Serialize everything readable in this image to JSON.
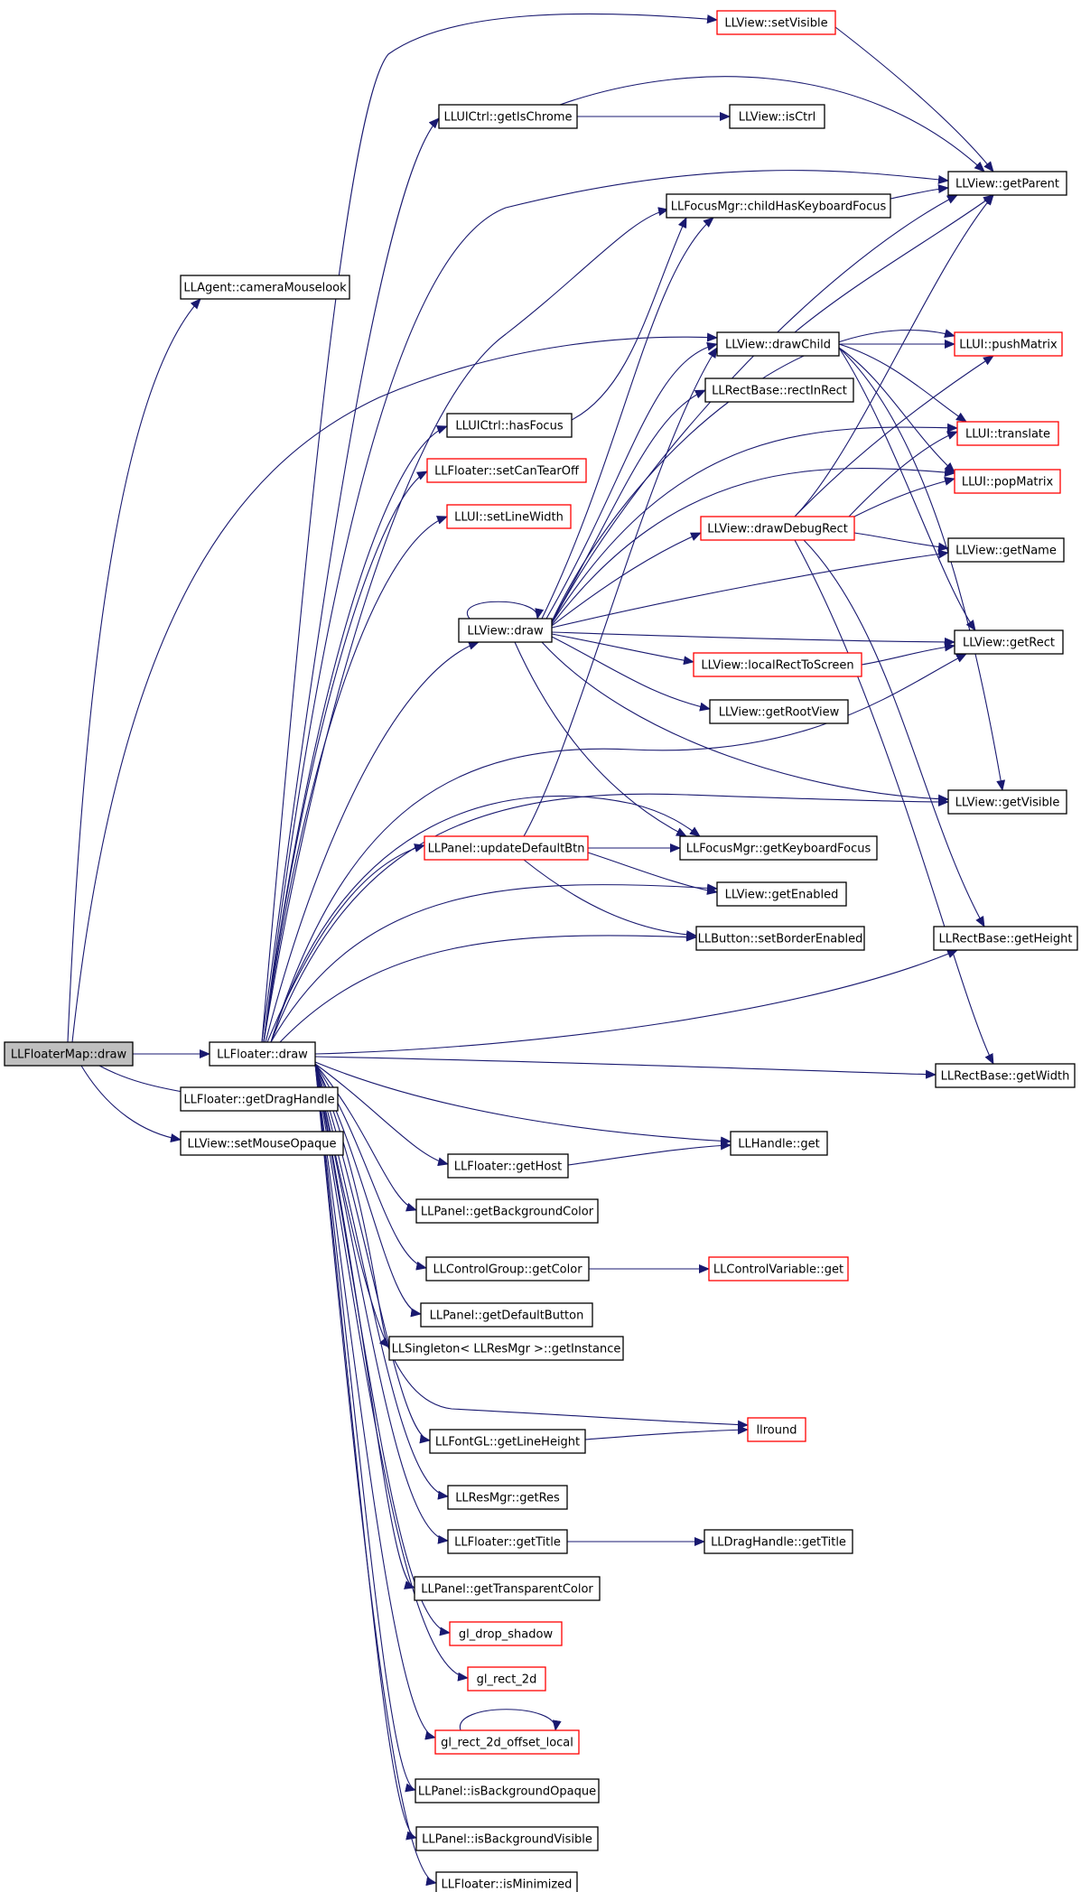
{
  "graph": {
    "colors": {
      "edge": "#191970",
      "root_fill": "#bfbfbf",
      "documented_border": "#000000",
      "undocumented_border": "#ff0000",
      "background": "#ffffff"
    },
    "nodes": [
      {
        "id": "n0",
        "label": "LLFloaterMap::draw",
        "style": "root"
      },
      {
        "id": "n1",
        "label": "LLAgent::cameraMouselook",
        "style": "black"
      },
      {
        "id": "n2",
        "label": "LLFloater::draw",
        "style": "black"
      },
      {
        "id": "n3",
        "label": "LLFloater::getDragHandle",
        "style": "black"
      },
      {
        "id": "n4",
        "label": "LLView::setMouseOpaque",
        "style": "black"
      },
      {
        "id": "n5",
        "label": "LLView::setVisible",
        "style": "red"
      },
      {
        "id": "n6",
        "label": "LLUICtrl::getIsChrome",
        "style": "black"
      },
      {
        "id": "n7",
        "label": "LLView::isCtrl",
        "style": "black"
      },
      {
        "id": "n8",
        "label": "LLView::getParent",
        "style": "black"
      },
      {
        "id": "n9",
        "label": "LLFocusMgr::childHasKeyboardFocus",
        "style": "black"
      },
      {
        "id": "n10",
        "label": "LLView::drawChild",
        "style": "black"
      },
      {
        "id": "n11",
        "label": "LLUI::pushMatrix",
        "style": "red"
      },
      {
        "id": "n12",
        "label": "LLRectBase::rectInRect",
        "style": "black"
      },
      {
        "id": "n13",
        "label": "LLUICtrl::hasFocus",
        "style": "black"
      },
      {
        "id": "n14",
        "label": "LLUI::translate",
        "style": "red"
      },
      {
        "id": "n15",
        "label": "LLFloater::setCanTearOff",
        "style": "red"
      },
      {
        "id": "n16",
        "label": "LLUI::popMatrix",
        "style": "red"
      },
      {
        "id": "n17",
        "label": "LLUI::setLineWidth",
        "style": "red"
      },
      {
        "id": "n18",
        "label": "LLView::drawDebugRect",
        "style": "red"
      },
      {
        "id": "n19",
        "label": "LLView::getName",
        "style": "black"
      },
      {
        "id": "n20",
        "label": "LLView::draw",
        "style": "black"
      },
      {
        "id": "n21",
        "label": "LLView::getRect",
        "style": "black"
      },
      {
        "id": "n22",
        "label": "LLView::localRectToScreen",
        "style": "red"
      },
      {
        "id": "n23",
        "label": "LLView::getRootView",
        "style": "black"
      },
      {
        "id": "n24",
        "label": "LLView::getVisible",
        "style": "black"
      },
      {
        "id": "n25",
        "label": "LLPanel::updateDefaultBtn",
        "style": "red"
      },
      {
        "id": "n26",
        "label": "LLFocusMgr::getKeyboardFocus",
        "style": "black"
      },
      {
        "id": "n27",
        "label": "LLView::getEnabled",
        "style": "black"
      },
      {
        "id": "n28",
        "label": "LLButton::setBorderEnabled",
        "style": "black"
      },
      {
        "id": "n29",
        "label": "LLRectBase::getHeight",
        "style": "black"
      },
      {
        "id": "n30",
        "label": "LLRectBase::getWidth",
        "style": "black"
      },
      {
        "id": "n31",
        "label": "LLHandle::get",
        "style": "black"
      },
      {
        "id": "n32",
        "label": "LLFloater::getHost",
        "style": "black"
      },
      {
        "id": "n33",
        "label": "LLPanel::getBackgroundColor",
        "style": "black"
      },
      {
        "id": "n34",
        "label": "LLControlGroup::getColor",
        "style": "black"
      },
      {
        "id": "n35",
        "label": "LLControlVariable::get",
        "style": "red"
      },
      {
        "id": "n36",
        "label": "LLPanel::getDefaultButton",
        "style": "black"
      },
      {
        "id": "n37",
        "label": "LLSingleton< LLResMgr >::getInstance",
        "style": "black"
      },
      {
        "id": "n38",
        "label": "llround",
        "style": "red"
      },
      {
        "id": "n39",
        "label": "LLFontGL::getLineHeight",
        "style": "black"
      },
      {
        "id": "n40",
        "label": "LLResMgr::getRes",
        "style": "black"
      },
      {
        "id": "n41",
        "label": "LLFloater::getTitle",
        "style": "black"
      },
      {
        "id": "n42",
        "label": "LLDragHandle::getTitle",
        "style": "black"
      },
      {
        "id": "n43",
        "label": "LLPanel::getTransparentColor",
        "style": "black"
      },
      {
        "id": "n44",
        "label": "gl_drop_shadow",
        "style": "red"
      },
      {
        "id": "n45",
        "label": "gl_rect_2d",
        "style": "red"
      },
      {
        "id": "n46",
        "label": "gl_rect_2d_offset_local",
        "style": "red"
      },
      {
        "id": "n47",
        "label": "LLPanel::isBackgroundOpaque",
        "style": "black"
      },
      {
        "id": "n48",
        "label": "LLPanel::isBackgroundVisible",
        "style": "black"
      },
      {
        "id": "n49",
        "label": "LLFloater::isMinimized",
        "style": "black"
      }
    ],
    "edges": [
      [
        "n0",
        "n1"
      ],
      [
        "n0",
        "n2"
      ],
      [
        "n0",
        "n3"
      ],
      [
        "n0",
        "n4"
      ],
      [
        "n0",
        "n10"
      ],
      [
        "n2",
        "n5"
      ],
      [
        "n2",
        "n6"
      ],
      [
        "n2",
        "n8"
      ],
      [
        "n2",
        "n9"
      ],
      [
        "n2",
        "n13"
      ],
      [
        "n2",
        "n15"
      ],
      [
        "n2",
        "n17"
      ],
      [
        "n2",
        "n20"
      ],
      [
        "n2",
        "n21"
      ],
      [
        "n2",
        "n24"
      ],
      [
        "n2",
        "n25"
      ],
      [
        "n2",
        "n26"
      ],
      [
        "n2",
        "n27"
      ],
      [
        "n2",
        "n28"
      ],
      [
        "n2",
        "n29"
      ],
      [
        "n2",
        "n30"
      ],
      [
        "n2",
        "n31"
      ],
      [
        "n2",
        "n32"
      ],
      [
        "n2",
        "n33"
      ],
      [
        "n2",
        "n34"
      ],
      [
        "n2",
        "n36"
      ],
      [
        "n2",
        "n37"
      ],
      [
        "n2",
        "n38"
      ],
      [
        "n2",
        "n39"
      ],
      [
        "n2",
        "n40"
      ],
      [
        "n2",
        "n41"
      ],
      [
        "n2",
        "n43"
      ],
      [
        "n2",
        "n44"
      ],
      [
        "n2",
        "n45"
      ],
      [
        "n2",
        "n46"
      ],
      [
        "n2",
        "n47"
      ],
      [
        "n2",
        "n48"
      ],
      [
        "n2",
        "n49"
      ],
      [
        "n5",
        "n8"
      ],
      [
        "n6",
        "n7"
      ],
      [
        "n6",
        "n8"
      ],
      [
        "n9",
        "n8"
      ],
      [
        "n10",
        "n11"
      ],
      [
        "n10",
        "n14"
      ],
      [
        "n10",
        "n16"
      ],
      [
        "n10",
        "n21"
      ],
      [
        "n10",
        "n24"
      ],
      [
        "n10",
        "n8"
      ],
      [
        "n13",
        "n9"
      ],
      [
        "n18",
        "n11"
      ],
      [
        "n18",
        "n14"
      ],
      [
        "n18",
        "n16"
      ],
      [
        "n18",
        "n19"
      ],
      [
        "n18",
        "n29"
      ],
      [
        "n18",
        "n30"
      ],
      [
        "n18",
        "n8"
      ],
      [
        "n20",
        "n20"
      ],
      [
        "n20",
        "n8"
      ],
      [
        "n20",
        "n9"
      ],
      [
        "n20",
        "n10"
      ],
      [
        "n20",
        "n12"
      ],
      [
        "n20",
        "n11"
      ],
      [
        "n20",
        "n14"
      ],
      [
        "n20",
        "n16"
      ],
      [
        "n20",
        "n18"
      ],
      [
        "n20",
        "n19"
      ],
      [
        "n20",
        "n21"
      ],
      [
        "n20",
        "n22"
      ],
      [
        "n20",
        "n23"
      ],
      [
        "n20",
        "n24"
      ],
      [
        "n20",
        "n26"
      ],
      [
        "n22",
        "n21"
      ],
      [
        "n25",
        "n26"
      ],
      [
        "n25",
        "n27"
      ],
      [
        "n25",
        "n28"
      ],
      [
        "n25",
        "n10"
      ],
      [
        "n32",
        "n31"
      ],
      [
        "n34",
        "n35"
      ],
      [
        "n39",
        "n38"
      ],
      [
        "n41",
        "n42"
      ],
      [
        "n46",
        "n46"
      ]
    ]
  }
}
